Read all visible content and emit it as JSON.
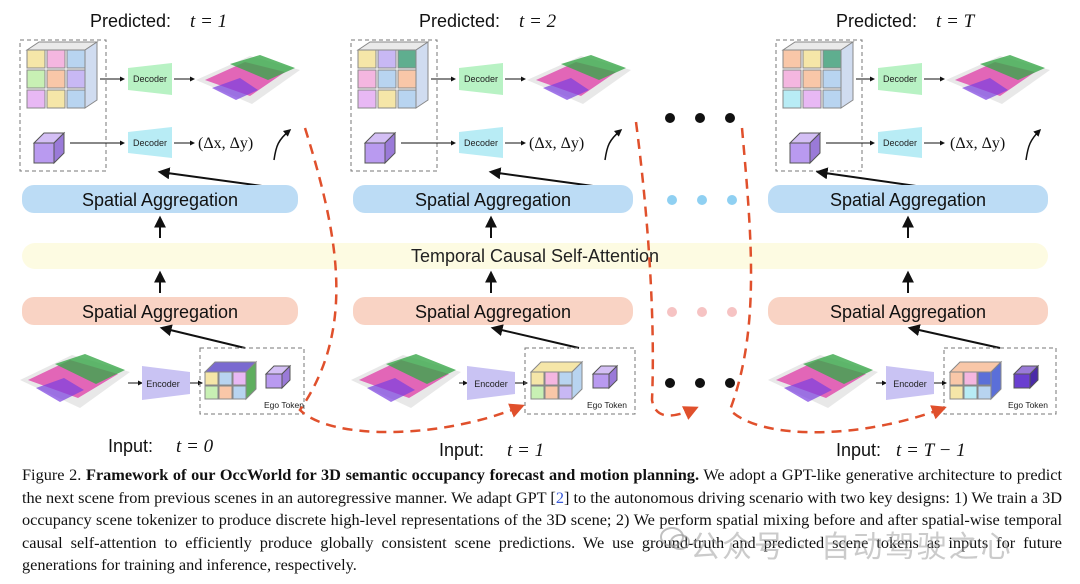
{
  "columns": [
    {
      "predicted_label": "Predicted:",
      "predicted_var": "t = 1",
      "input_label": "Input:",
      "input_var": "t = 0"
    },
    {
      "predicted_label": "Predicted:",
      "predicted_var": "t = 2",
      "input_label": "Input:",
      "input_var": "t = 1"
    },
    {
      "predicted_label": "Predicted:",
      "predicted_var": "t = T",
      "input_label": "Input:",
      "input_var": "t = T − 1"
    }
  ],
  "labels": {
    "decoder": "Decoder",
    "encoder": "Encoder",
    "delta": "(Δx, Δy)",
    "ego_token": "Ego Token",
    "spatial_aggregation": "Spatial Aggregation",
    "temporal": "Temporal Causal Self-Attention"
  },
  "caption": {
    "figure": "Figure 2.",
    "bold": "Framework of our OccWorld for 3D semantic occupancy forecast and motion planning.",
    "text1": " We adopt a GPT-like generative architecture to predict the next scene from previous scenes in an autoregressive manner. We adapt GPT [",
    "ref": "2",
    "text2": "] to the autonomous driving scenario with two key designs: 1) We train a 3D occupancy scene tokenizer to produce discrete high-level representations of the 3D scene; 2) We perform spatial mixing before and after spatial-wise temporal causal self-attention to efficiently produce globally consistent scene predictions. We use ground-truth and predicted scene tokens as inputs for future generations for training and inference, respectively."
  },
  "watermark": "公众号 · 自动驾驶之心",
  "colors": {
    "spatial_top": "#bcdcf5",
    "spatial_bottom": "#f9d3c4",
    "temporal": "#fdfbe2",
    "decoder_top": "#b8f2c4",
    "decoder_bottom": "#b8ecf5",
    "encoder": "#c9c3f3",
    "dash_arrow": "#e0502c"
  }
}
